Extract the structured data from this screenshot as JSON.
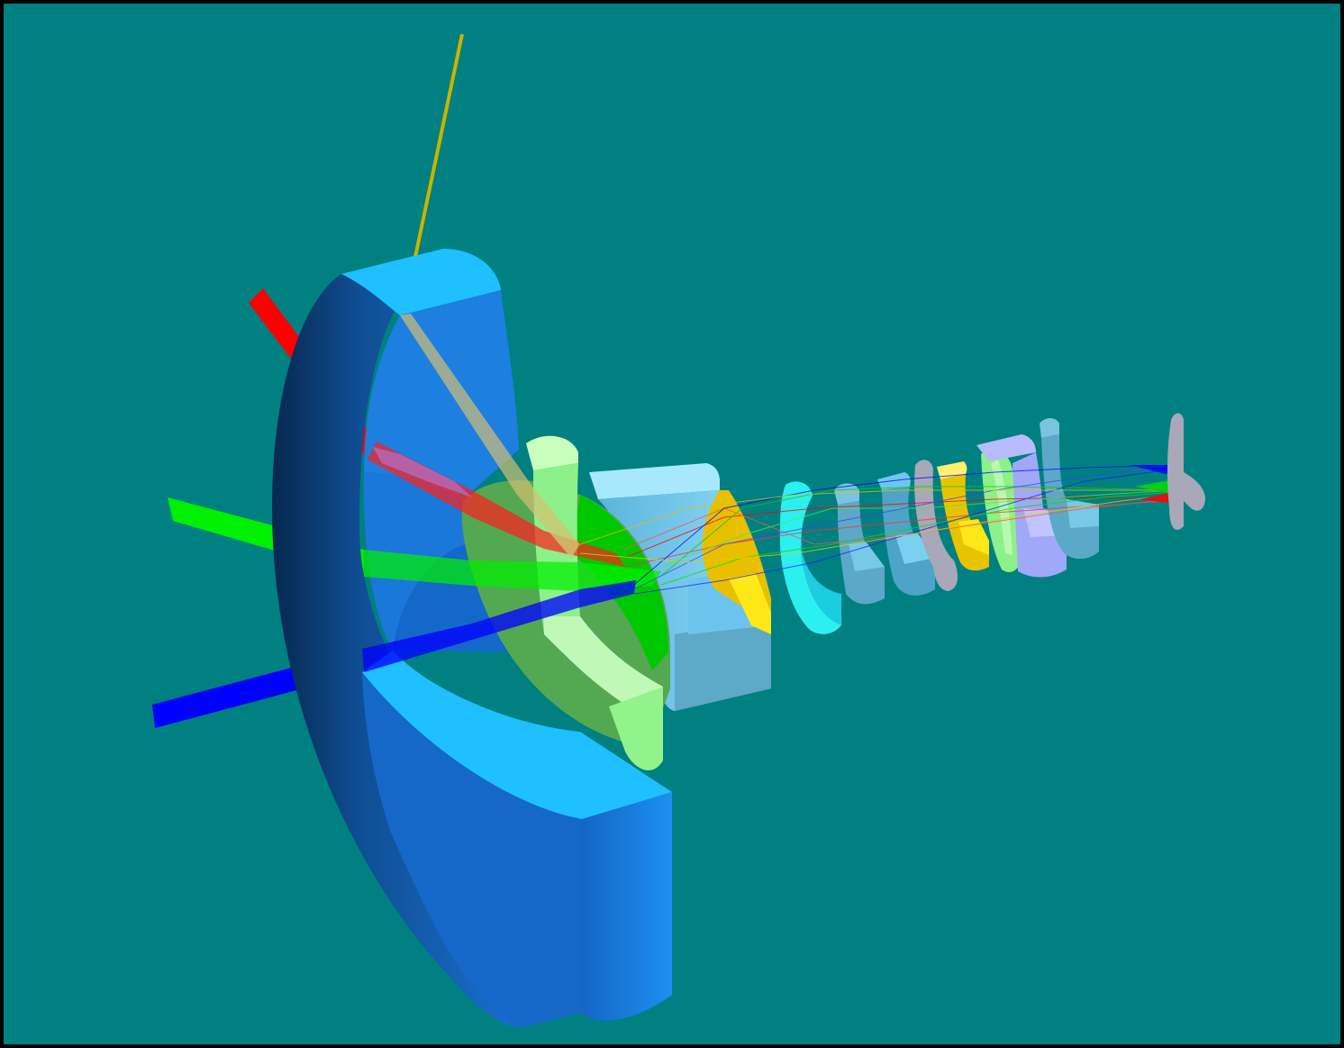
{
  "view": {
    "kind": "3d-optical-layout",
    "background_color": "#008080",
    "border_color": "#000000"
  },
  "colors": {
    "ray_red": "#ff0000",
    "ray_green": "#00ee00",
    "ray_blue": "#0000ff",
    "ray_yellow": "#c8b400",
    "lens_blue_front": "#1e7ee0",
    "lens_blue_top": "#1ec0ff",
    "lens_blue_dark": "#0a3a78",
    "lens_light_green": "#b4f5a8",
    "lens_green": "#54a852",
    "lens_cyan": "#2cf0f0",
    "lens_sky": "#80d8f8",
    "lens_steel": "#5ca8c8",
    "lens_yellow": "#ffe818",
    "lens_lavender": "#a0a8f8",
    "lens_gray": "#a8a8b8"
  },
  "fields": [
    {
      "color": "ray_yellow",
      "role": "on-axis"
    },
    {
      "color": "ray_red",
      "role": "field-1"
    },
    {
      "color": "ray_green",
      "role": "field-2"
    },
    {
      "color": "ray_blue",
      "role": "field-3"
    }
  ],
  "elements": [
    {
      "id": "element-1",
      "shape": "large-meniscus-cutaway",
      "color": "lens_blue_front"
    },
    {
      "id": "element-2",
      "shape": "meniscus-cutaway",
      "color": "lens_light_green"
    },
    {
      "id": "element-3",
      "shape": "cylinder-cutaway",
      "color": "lens_sky"
    },
    {
      "id": "element-4",
      "shape": "biconvex-cutaway",
      "color": "lens_yellow"
    },
    {
      "id": "element-5",
      "shape": "meniscus-cutaway",
      "color": "lens_cyan"
    },
    {
      "id": "element-6",
      "shape": "meniscus-cutaway",
      "color": "lens_steel"
    },
    {
      "id": "element-7",
      "shape": "meniscus-cutaway",
      "color": "lens_steel"
    },
    {
      "id": "element-8",
      "shape": "meniscus-cutaway",
      "color": "lens_gray"
    },
    {
      "id": "element-9",
      "shape": "biconvex-cutaway",
      "color": "lens_yellow"
    },
    {
      "id": "element-10",
      "shape": "biconvex-cutaway",
      "color": "lens_light_green"
    },
    {
      "id": "element-11",
      "shape": "biconvex-cutaway",
      "color": "lens_lavender"
    },
    {
      "id": "element-12",
      "shape": "meniscus-cutaway",
      "color": "lens_steel"
    },
    {
      "id": "image-plane",
      "shape": "plate",
      "color": "lens_gray"
    }
  ]
}
